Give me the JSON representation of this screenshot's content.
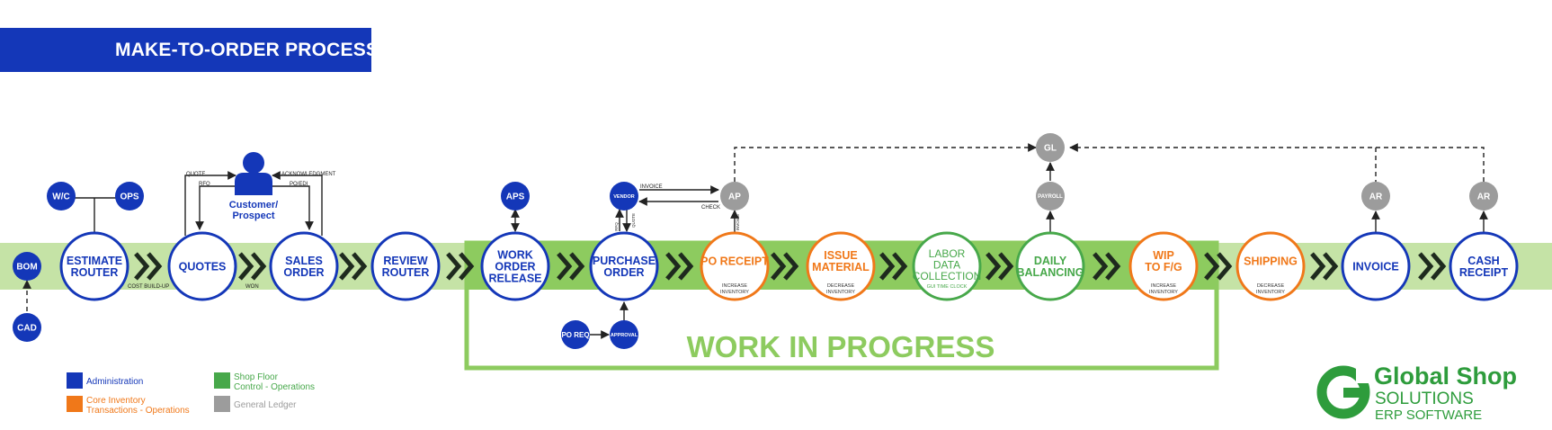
{
  "title": "MAKE-TO-ORDER PROCESS",
  "colors": {
    "admin": "#1437b8",
    "inventory": "#f07819",
    "shopfloor": "#47a84a",
    "ledger": "#9c9c9c",
    "band_light": "#c5e3a6",
    "band_dark": "#8dcb5f",
    "wip_border": "#8dcb5f",
    "chevron": "#1e2a1e",
    "logo_green": "#2e9c3c"
  },
  "nodes": {
    "bom": "BOM",
    "cad": "CAD",
    "wc": "W/C",
    "ops": "OPS",
    "estimate_router": [
      "ESTIMATE",
      "ROUTER"
    ],
    "quotes": [
      "QUOTES"
    ],
    "sales_order": [
      "SALES",
      "ORDER"
    ],
    "review_router": [
      "REVIEW",
      "ROUTER"
    ],
    "work_order_release": [
      "WORK",
      "ORDER",
      "RELEASE"
    ],
    "purchase_order": [
      "PURCHASE",
      "ORDER"
    ],
    "po_receipt": [
      "PO RECEIPT"
    ],
    "po_receipt_sub": [
      "INCREASE",
      "INVENTORY"
    ],
    "issue_material": [
      "ISSUE",
      "MATERIAL"
    ],
    "issue_material_sub": [
      "DECREASE",
      "INVENTORY"
    ],
    "labor": [
      "LABOR",
      "DATA",
      "COLLECTION"
    ],
    "labor_sub": "GUI TIME CLOCK",
    "daily_balancing": [
      "DAILY",
      "BALANCING"
    ],
    "wip_fg": [
      "WIP",
      "TO F/G"
    ],
    "wip_fg_sub": [
      "INCREASE",
      "INVENTORY"
    ],
    "shipping": [
      "SHIPPING"
    ],
    "shipping_sub": [
      "DECREASE",
      "INVENTORY"
    ],
    "invoice": [
      "INVOICE"
    ],
    "cash_receipt": [
      "CASH",
      "RECEIPT"
    ],
    "aps": "APS",
    "vendor": "VENDOR",
    "ap": "AP",
    "gl": "GL",
    "payroll": "PAYROLL",
    "ar1": "AR",
    "ar2": "AR",
    "po_req": "PO REQ",
    "approval": "APPROVAL",
    "customer": [
      "Customer/",
      "Prospect"
    ]
  },
  "edge_labels": {
    "quote": "QUOTE",
    "rfq": "RFQ",
    "acknowledgment": "ACKNOWLEDGMENT",
    "po_edi": "PO/EDI",
    "cost_build_up": "COST BUILD-UP",
    "won": "WON",
    "invoice": "INVOICE",
    "check": "CHECK",
    "rfq_v": "RFQ",
    "quote_v": "QUOTE",
    "invoice_v": "INVOICE"
  },
  "wip_label": "WORK IN PROGRESS",
  "legend": [
    {
      "lines": [
        "Administration"
      ],
      "color": "#1437b8"
    },
    {
      "lines": [
        "Core Inventory",
        "Transactions - Operations"
      ],
      "color": "#f07819"
    },
    {
      "lines": [
        "Shop Floor",
        "Control - Operations"
      ],
      "color": "#47a84a"
    },
    {
      "lines": [
        "General Ledger"
      ],
      "color": "#9c9c9c"
    }
  ],
  "logo": {
    "line1": "Global Shop",
    "line2": "SOLUTIONS",
    "line3": "ERP SOFTWARE"
  }
}
